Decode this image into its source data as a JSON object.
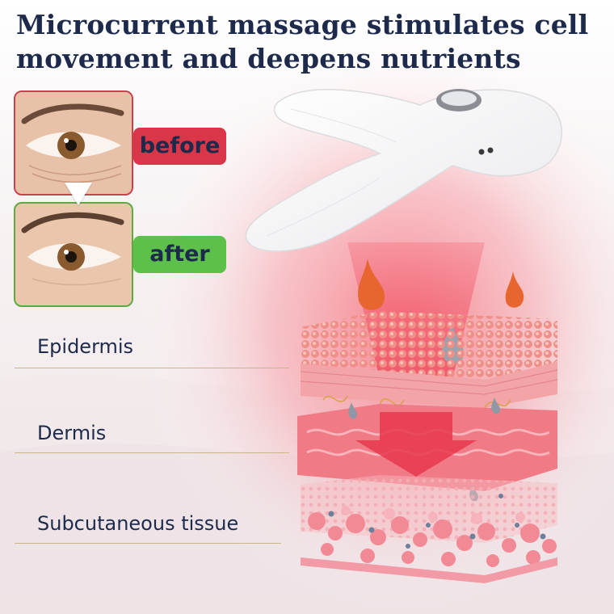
{
  "headline": {
    "line1": "Microcurrent massage stimulates cell",
    "line2": "movement and deepens nutrients"
  },
  "comparison": {
    "before_label": "before",
    "after_label": "after",
    "before_color": "#d9364a",
    "after_color": "#5cc04a"
  },
  "skin_layers": {
    "epidermis": "Epidermis",
    "dermis": "Dermis",
    "subcutaneous": "Subcutaneous tissue"
  },
  "colors": {
    "title_text": "#1d2a4b",
    "divider": "#c9b58c",
    "glow": "#f04a5e"
  }
}
